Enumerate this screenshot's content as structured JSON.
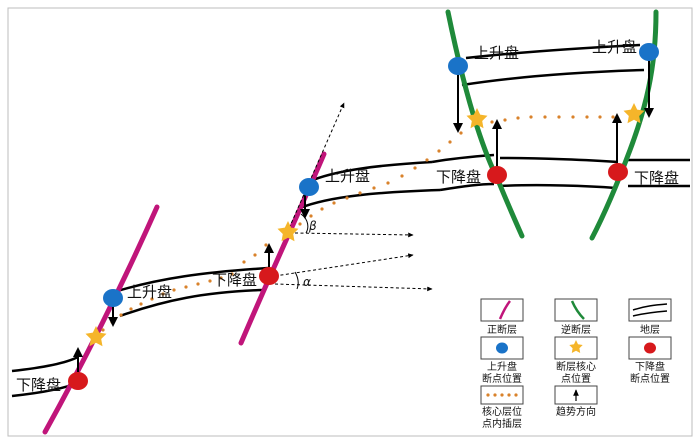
{
  "labels": {
    "upthrown": "上升盘",
    "downthrown": "下降盘",
    "alpha": "α",
    "beta": "β"
  },
  "legend": {
    "normal_fault": "正断层",
    "reverse_fault": "逆断层",
    "stratum": "地层",
    "up_break_point_l1": "上升盘",
    "up_break_point_l2": "断点位置",
    "fault_core_l1": "断层核心",
    "fault_core_l2": "点位置",
    "down_break_point_l1": "下降盘",
    "down_break_point_l2": "断点位置",
    "interp_l1": "核心层位",
    "interp_l2": "点内插层",
    "trend": "趋势方向"
  },
  "colors": {
    "normal_fault": "#c0157a",
    "reverse_fault": "#1f8a3a",
    "up_point": "#1a73c8",
    "down_point": "#d7191c",
    "core_star": "#f5b52a",
    "interp_dots": "#d9822b",
    "stratum": "#000000"
  }
}
